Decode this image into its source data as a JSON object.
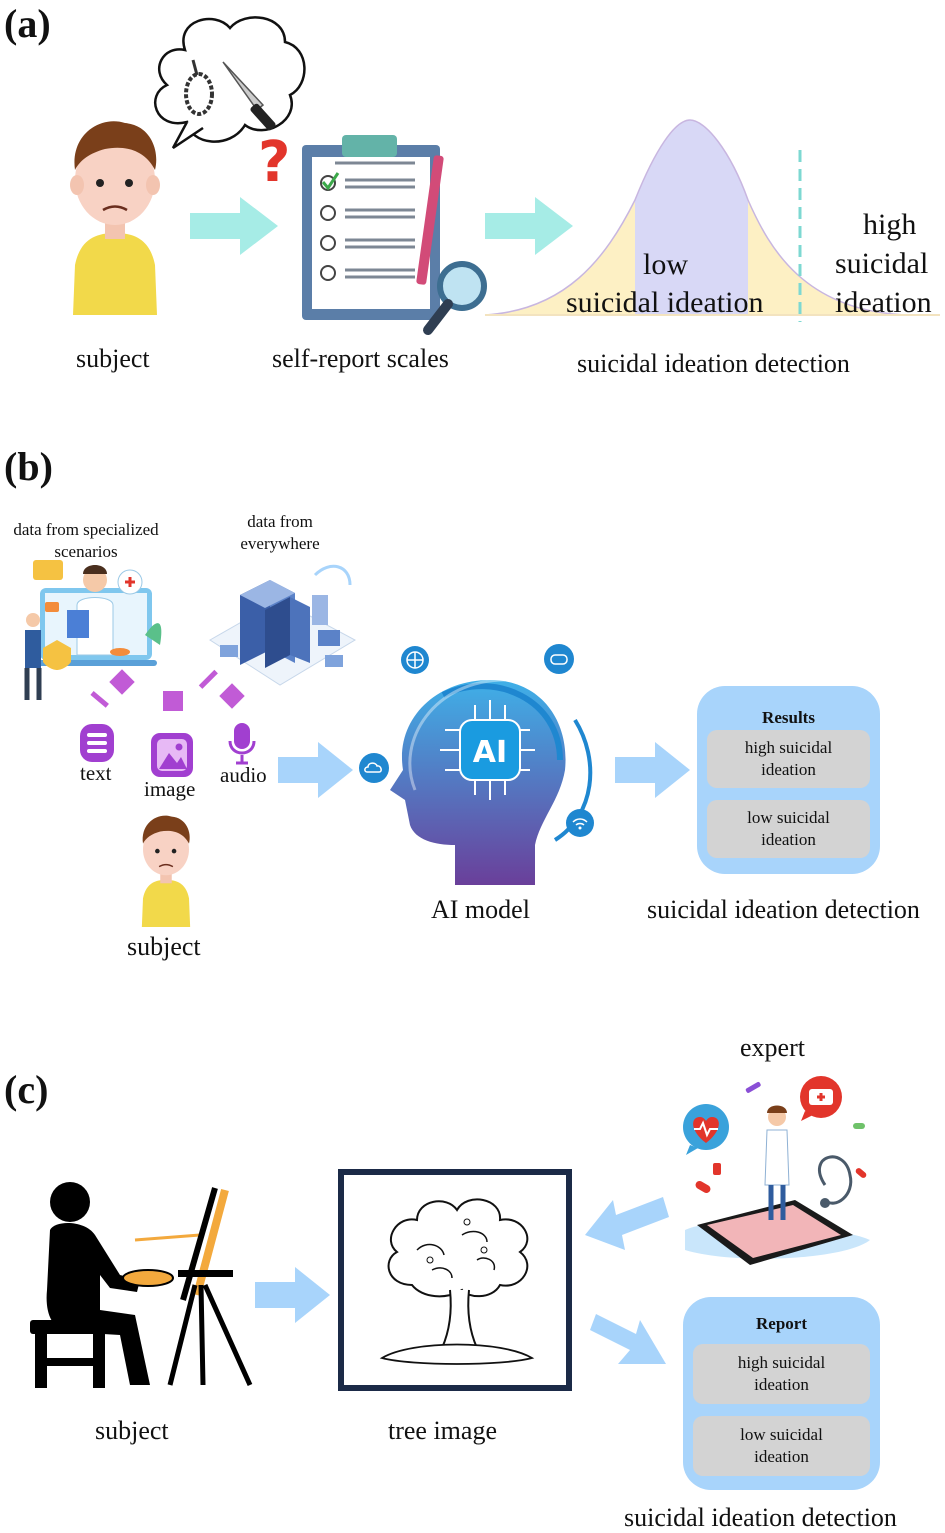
{
  "panel_a": {
    "label": "(a)",
    "subject_caption": "subject",
    "scales_caption": "self-report scales",
    "detection_caption": "suicidal ideation detection",
    "low_line1": "low",
    "low_line2": "suicidal ideation",
    "high_line1": "high",
    "high_line2": "suicidal",
    "high_line3": "ideation"
  },
  "panel_b": {
    "label": "(b)",
    "specialized_line1": "data from specialized",
    "specialized_line2": "scenarios",
    "everywhere_line1": "data from",
    "everywhere_line2": "everywhere",
    "text_label": "text",
    "image_label": "image",
    "audio_label": "audio",
    "subject_caption": "subject",
    "ai_badge": "AI",
    "ai_caption": "AI model",
    "detection_caption": "suicidal ideation detection",
    "results": {
      "title": "Results",
      "item1_line1": "high  suicidal",
      "item1_line2": "ideation",
      "item2_line1": "low suicidal",
      "item2_line2": "ideation"
    }
  },
  "panel_c": {
    "label": "(c)",
    "expert_caption": "expert",
    "subject_caption": "subject",
    "tree_caption": "tree image",
    "detection_caption": "suicidal ideation detection",
    "report": {
      "title": "Report",
      "item1_line1": "high  suicidal",
      "item1_line2": "ideation",
      "item2_line1": "low suicidal",
      "item2_line2": "ideation"
    }
  },
  "colors": {
    "arrow_teal": "#a6ece6",
    "arrow_blue": "#a8d4fb",
    "card_blue": "#a8d4fb",
    "card_item_gray": "#d3d3d3",
    "curve_center": "#d8d8f6",
    "curve_tails": "#fdf0c4",
    "threshold_line": "#7dd8d2",
    "frame_navy": "#1b2a47"
  },
  "icons": [
    "boy-face-icon",
    "noose-icon",
    "knife-icon",
    "question-mark-icon",
    "clipboard-icon",
    "magnifier-icon",
    "doctor-online-icon",
    "server-city-icon",
    "text-icon",
    "image-icon",
    "microphone-icon",
    "ai-head-icon",
    "globe-icon",
    "gamepad-icon",
    "cloud-icon",
    "wifi-icon",
    "painter-silhouette-icon",
    "tree-drawing-icon",
    "doctor-tablet-icon",
    "heart-icon",
    "medical-kit-icon"
  ]
}
